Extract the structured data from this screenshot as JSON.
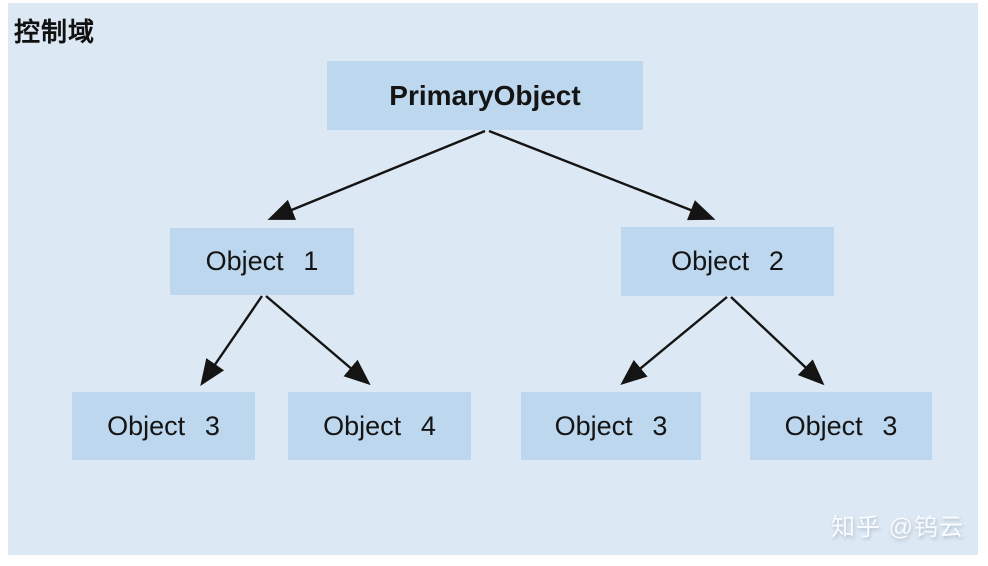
{
  "title": "控制域",
  "diagram": {
    "nodes": [
      {
        "id": "primary",
        "label": "PrimaryObject"
      },
      {
        "id": "object1",
        "label": "Object 1"
      },
      {
        "id": "object2",
        "label": "Object 2"
      },
      {
        "id": "object3a",
        "label": "Object 3"
      },
      {
        "id": "object4",
        "label": "Object 4"
      },
      {
        "id": "object3b",
        "label": "Object 3"
      },
      {
        "id": "object3c",
        "label": "Object 3"
      }
    ],
    "edges": [
      {
        "from": "PrimaryObject",
        "to": "Object 1"
      },
      {
        "from": "PrimaryObject",
        "to": "Object 2"
      },
      {
        "from": "Object 1",
        "to": "Object 3"
      },
      {
        "from": "Object 1",
        "to": "Object 4"
      },
      {
        "from": "Object 2",
        "to": "Object 3"
      },
      {
        "from": "Object 2",
        "to": "Object 3"
      }
    ]
  },
  "watermark": "知乎 @钨云",
  "colors": {
    "panel_background": "#dce8f3",
    "node_fill": "#bdd7ee",
    "text": "#141414",
    "arrow": "#141414"
  }
}
